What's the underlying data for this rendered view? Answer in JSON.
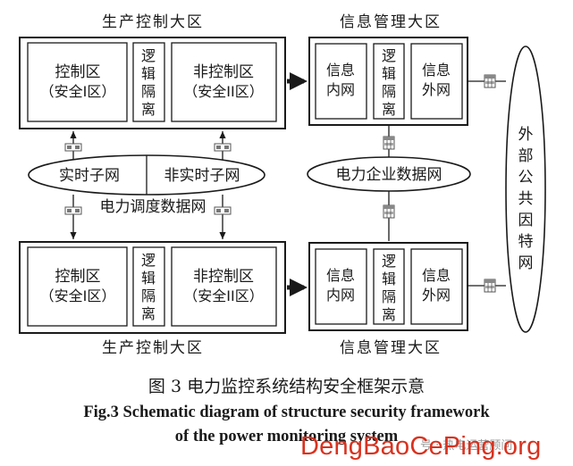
{
  "top_left_title": "生产控制大区",
  "top_right_title": "信息管理大区",
  "bottom_left_title": "生产控制大区",
  "bottom_right_title": "信息管理大区",
  "zone_control": [
    "控制区",
    "（安全I区）"
  ],
  "zone_noncontrol": [
    "非控制区",
    "（安全II区）"
  ],
  "logic_isolation": [
    "逻",
    "辑",
    "隔",
    "离"
  ],
  "info_inner": [
    "信息",
    "内网"
  ],
  "info_outer": [
    "信息",
    "外网"
  ],
  "realtime_subnet": "实时子网",
  "nonrealtime_subnet": "非实时子网",
  "dispatch_network": "电力调度数据网",
  "enterprise_network": "电力企业数据网",
  "internet": [
    "外",
    "部",
    "公",
    "共",
    "因",
    "特",
    "网"
  ],
  "caption": {
    "cn": "图 3  电力监控系统结构安全框架示意",
    "en_line1": "Fig.3 Schematic diagram of structure security framework",
    "en_line2": "of the power monitoring system"
  },
  "watermark": {
    "small": "号 · 热电运营顾问",
    "big": "DengBaoCePing.org"
  }
}
